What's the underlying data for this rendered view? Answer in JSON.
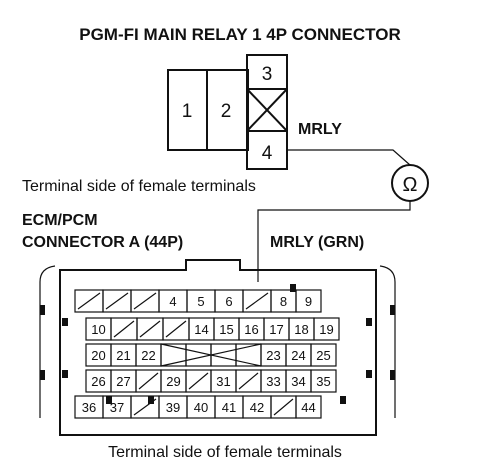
{
  "title": "PGM-FI MAIN RELAY 1 4P CONNECTOR",
  "relay": {
    "pins": [
      "1",
      "2",
      "3",
      "4"
    ],
    "wire_label": "MRLY",
    "terminal_side": "Terminal side of female terminals"
  },
  "ohmmeter": {
    "symbol": "Ω"
  },
  "ecm": {
    "label_line1": "ECM/PCM",
    "label_line2": "CONNECTOR A (44P)",
    "wire_label": "MRLY (GRN)",
    "terminal_side": "Terminal side of female terminals",
    "rows": [
      [
        "/",
        "/",
        "/",
        "4",
        "5",
        "6",
        "/",
        "8",
        "9"
      ],
      [
        "10",
        "/",
        "/",
        "/",
        "14",
        "15",
        "16",
        "17",
        "18",
        "19"
      ],
      [
        "20",
        "21",
        "22",
        "X",
        "X",
        "X",
        "X",
        "23",
        "24",
        "25"
      ],
      [
        "26",
        "27",
        "/",
        "29",
        "/",
        "31",
        "/",
        "33",
        "34",
        "35"
      ],
      [
        "36",
        "37",
        "/",
        "39",
        "40",
        "41",
        "42",
        "/",
        "44"
      ]
    ]
  }
}
